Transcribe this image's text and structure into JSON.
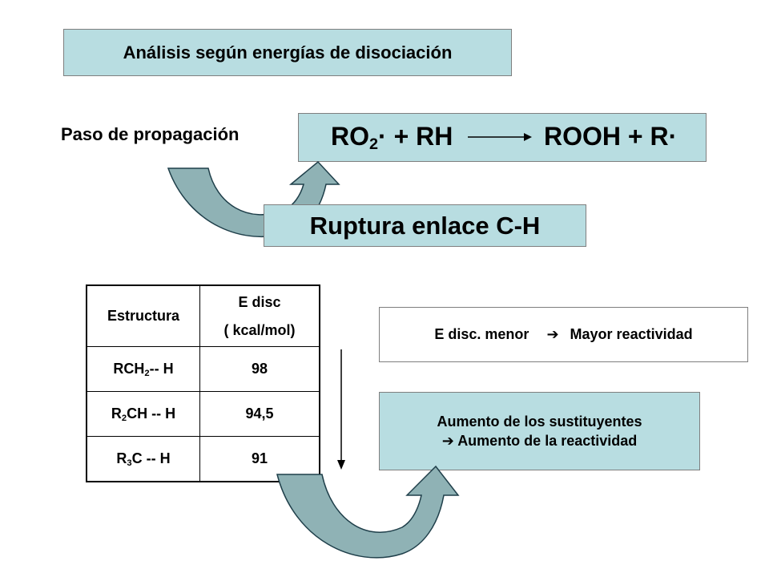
{
  "title": "Análisis según energías de disociación",
  "step_label": "Paso de propagación",
  "reaction": {
    "left_main": "RO",
    "left_sub": "2",
    "left_rest": "· + RH",
    "right": "ROOH + R·"
  },
  "rupture": "Ruptura enlace C-H",
  "table": {
    "header_structure": "Estructura",
    "header_energy": "E disc",
    "header_unit": "( kcal/mol)",
    "rows": [
      {
        "s_pre": "RCH",
        "s_sub": "2",
        "s_post": "-- H",
        "value": "98"
      },
      {
        "s_pre": "R",
        "s_sub": "2",
        "s_post": "CH -- H",
        "value": "94,5"
      },
      {
        "s_pre": "R",
        "s_sub": "3",
        "s_post": "C -- H",
        "value": "91"
      }
    ]
  },
  "edisc": {
    "left": "E disc. menor",
    "arrow": "➔",
    "right": "Mayor reactividad"
  },
  "aumento": {
    "line1": "Aumento de los sustituyentes",
    "arrow": "➔",
    "line2": "Aumento de la reactividad"
  },
  "colors": {
    "box_fill": "#b8dde1",
    "arrow_fill": "#8fb2b5"
  }
}
